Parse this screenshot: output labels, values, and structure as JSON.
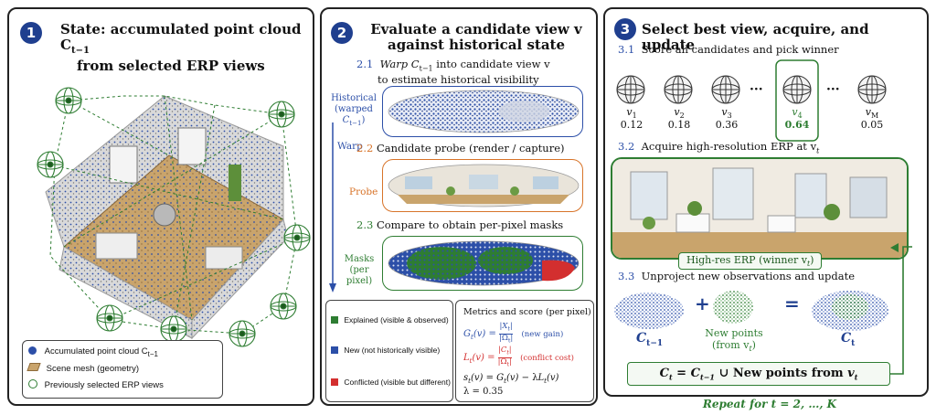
{
  "panel1": {
    "number": "1",
    "title_line1": "State: accumulated point cloud C",
    "title_sub": "t−1",
    "title_line2": "from selected ERP views",
    "legend": [
      {
        "label": "Accumulated point cloud C",
        "sub": "t−1"
      },
      {
        "label": "Scene mesh (geometry)",
        "sub": ""
      },
      {
        "label": "Previously selected ERP views",
        "sub": ""
      }
    ]
  },
  "panel2": {
    "number": "2",
    "title_line1": "Evaluate a candidate view v",
    "title_line2": "against historical state",
    "step21_num": "2.1",
    "step21_a": "Warp C",
    "step21_a_sub": "t−1",
    "step21_b": " into candidate view v",
    "step21_c": "to estimate historical visibility",
    "historical_label": "Historical",
    "historical_label2": "(warped",
    "historical_label3": "C",
    "historical_label3_sub": "t−1",
    "historical_label3_end": ")",
    "warp_label": "Warp",
    "step22_num": "2.2",
    "step22_text": "Candidate probe (render / capture)",
    "probe_label": "Probe",
    "step23_num": "2.3",
    "step23_text": "Compare to obtain per-pixel masks",
    "masks_label": "Masks",
    "masks_label2": "(per pixel)",
    "mask_legend": [
      {
        "label": "Explained (visible & observed)",
        "color": "#2e7d32"
      },
      {
        "label": "New (not historically visible)",
        "color": "#2c4fa8"
      },
      {
        "label": "Conflicted (visible but different)",
        "color": "#d32f2f"
      }
    ],
    "metrics_title": "Metrics and score (per pixel)",
    "gain_eq": "G_t(v) = |X_t| / |Ω_t|",
    "gain_note": "(new gain)",
    "cost_eq": "L_t(v) = |C_t| / |Ω_t|",
    "cost_note": "(conflict cost)",
    "score_eq": "s_t(v) = G_t(v) − λL_t(v)",
    "lambda": "λ = 0.35"
  },
  "panel3": {
    "number": "3",
    "title": "Select best view, acquire, and update",
    "step31_num": "3.1",
    "step31_text": "Score all candidates and pick winner",
    "candidates": [
      {
        "label": "v",
        "sub": "1",
        "score": "0.12"
      },
      {
        "label": "v",
        "sub": "2",
        "score": "0.18"
      },
      {
        "label": "v",
        "sub": "3",
        "score": "0.36"
      },
      {
        "label": "v",
        "sub": "4",
        "score": "0.64"
      },
      {
        "label": "v",
        "sub": "M",
        "score": "0.05"
      }
    ],
    "ellipsis": "···",
    "step32_num": "3.2",
    "step32_text": "Acquire high-resolution ERP at v",
    "step32_sub": "t",
    "hires_label": "High-res ERP (winner v",
    "hires_sub": "t",
    "hires_end": ")",
    "step33_num": "3.3",
    "step33_text": "Unproject new observations and update",
    "cloud_prev": "C",
    "cloud_prev_sub": "t−1",
    "plus": "+",
    "new_points": "New points",
    "new_points2": "(from v",
    "new_points2_sub": "t",
    "new_points2_end": ")",
    "equals": "=",
    "cloud_new": "C",
    "cloud_new_sub": "t",
    "update_eq": "C_t = C_{t−1} ∪ New points from v_t",
    "repeat": "Repeat for t = 2, …, K"
  },
  "colors": {
    "blue": "#2c4fa8",
    "green": "#2e7d32",
    "red": "#d32f2f",
    "orange": "#d8742a"
  }
}
